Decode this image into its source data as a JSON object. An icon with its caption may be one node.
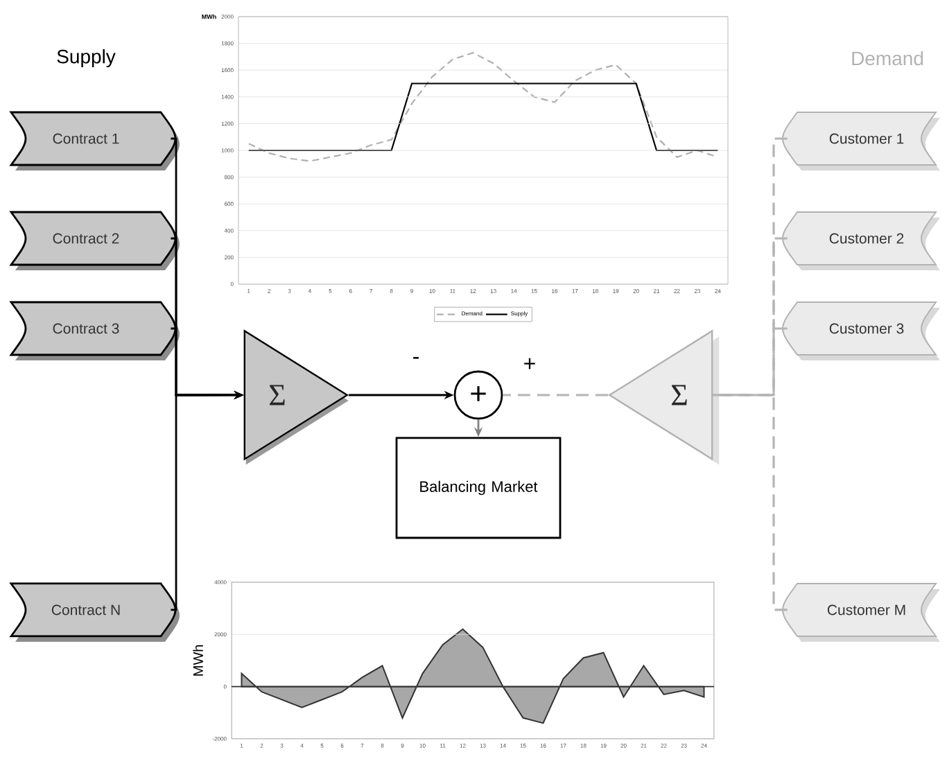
{
  "diagram": {
    "nodes": [
      {
        "text": [
          "Contract 1"
        ]
      },
      {
        "text": [
          "Contract 2"
        ]
      },
      {
        "text": [
          "Contract 3"
        ]
      },
      {
        "text": [
          "Contract N"
        ]
      },
      {
        "text": [
          "Σ"
        ]
      },
      {
        "text": [
          "+"
        ]
      },
      {
        "text": [
          "Balancing Market"
        ]
      },
      {
        "text": [
          "Σ"
        ]
      },
      {
        "text": [
          "Customer 1"
        ]
      },
      {
        "text": [
          "Customer 2"
        ]
      },
      {
        "text": [
          "Customer 3"
        ]
      },
      {
        "text": [
          "Customer M"
        ]
      }
    ],
    "edges": [
      {
        "from": 0,
        "to": 4,
        "arrow": "to"
      },
      {
        "from": 1,
        "to": 4,
        "arrow": "to"
      },
      {
        "from": 2,
        "to": 4,
        "arrow": "to"
      },
      {
        "from": 3,
        "to": 4,
        "arrow": "to"
      },
      {
        "from": 4,
        "to": 5,
        "arrow": "to"
      },
      {
        "from": 7,
        "to": 5,
        "arrow": "none",
        "style": "dashed",
        "color": "#b4b4b4"
      },
      {
        "from": 5,
        "to": 6,
        "arrow": "to",
        "color": "#808080"
      },
      {
        "from": 8,
        "to": 7,
        "arrow": "none",
        "style": "dashed",
        "color": "#b4b4b4"
      },
      {
        "from": 9,
        "to": 7,
        "arrow": "none",
        "style": "dashed",
        "color": "#b4b4b4"
      },
      {
        "from": 10,
        "to": 7,
        "arrow": "none",
        "style": "dashed",
        "color": "#b4b4b4"
      },
      {
        "from": 11,
        "to": 7,
        "arrow": "none",
        "style": "dashed",
        "color": "#b4b4b4"
      }
    ],
    "labels": [
      "Supply",
      "Demand",
      "-",
      "+"
    ],
    "chart_data": [
      {
        "type": "line",
        "ylabel": "MWh",
        "grid": "y",
        "legend": true,
        "x": [
          1,
          2,
          3,
          4,
          5,
          6,
          7,
          8,
          9,
          10,
          11,
          12,
          13,
          14,
          15,
          16,
          17,
          18,
          19,
          20,
          21,
          22,
          23,
          24
        ],
        "xlim": [
          0.5,
          24.5
        ],
        "ylim": [
          0,
          2000
        ],
        "yticks": [
          0,
          200,
          400,
          600,
          800,
          1000,
          1200,
          1400,
          1600,
          1800,
          2000
        ],
        "xticks": [
          1,
          2,
          3,
          4,
          5,
          6,
          7,
          8,
          9,
          10,
          11,
          12,
          13,
          14,
          15,
          16,
          17,
          18,
          19,
          20,
          21,
          22,
          23,
          24
        ],
        "series": [
          {
            "name": "Demand",
            "color": "#b0b0b0",
            "line_style": "dashed",
            "values": [
              1050,
              980,
              940,
              920,
              950,
              980,
              1040,
              1080,
              1350,
              1550,
              1680,
              1730,
              1650,
              1520,
              1400,
              1360,
              1520,
              1600,
              1640,
              1500,
              1100,
              950,
              1000,
              950
            ]
          },
          {
            "name": "Supply",
            "color": "#000000",
            "values": [
              1000,
              1000,
              1000,
              1000,
              1000,
              1000,
              1000,
              1000,
              1500,
              1500,
              1500,
              1500,
              1500,
              1500,
              1500,
              1500,
              1500,
              1500,
              1500,
              1500,
              1000,
              1000,
              1000,
              1000
            ]
          }
        ]
      },
      {
        "type": "area",
        "ylabel": "MWh",
        "grid": "y",
        "x": [
          1,
          2,
          3,
          4,
          5,
          6,
          7,
          8,
          9,
          10,
          11,
          12,
          13,
          14,
          15,
          16,
          17,
          18,
          19,
          20,
          21,
          22,
          23,
          24
        ],
        "xlim": [
          0.5,
          24.5
        ],
        "ylim": [
          -2000,
          4000
        ],
        "yticks": [
          -2000,
          0,
          2000,
          4000
        ],
        "xticks": [
          1,
          2,
          3,
          4,
          5,
          6,
          7,
          8,
          9,
          10,
          11,
          12,
          13,
          14,
          15,
          16,
          17,
          18,
          19,
          20,
          21,
          22,
          23,
          24
        ],
        "series": [
          {
            "color": "#a8a8a8",
            "values": [
              500,
              -200,
              -500,
              -800,
              -500,
              -200,
              350,
              800,
              -1200,
              500,
              1600,
              2200,
              1500,
              0,
              -1200,
              -1400,
              300,
              1100,
              1300,
              -400,
              800,
              -300,
              -150,
              -400
            ]
          }
        ]
      }
    ]
  }
}
